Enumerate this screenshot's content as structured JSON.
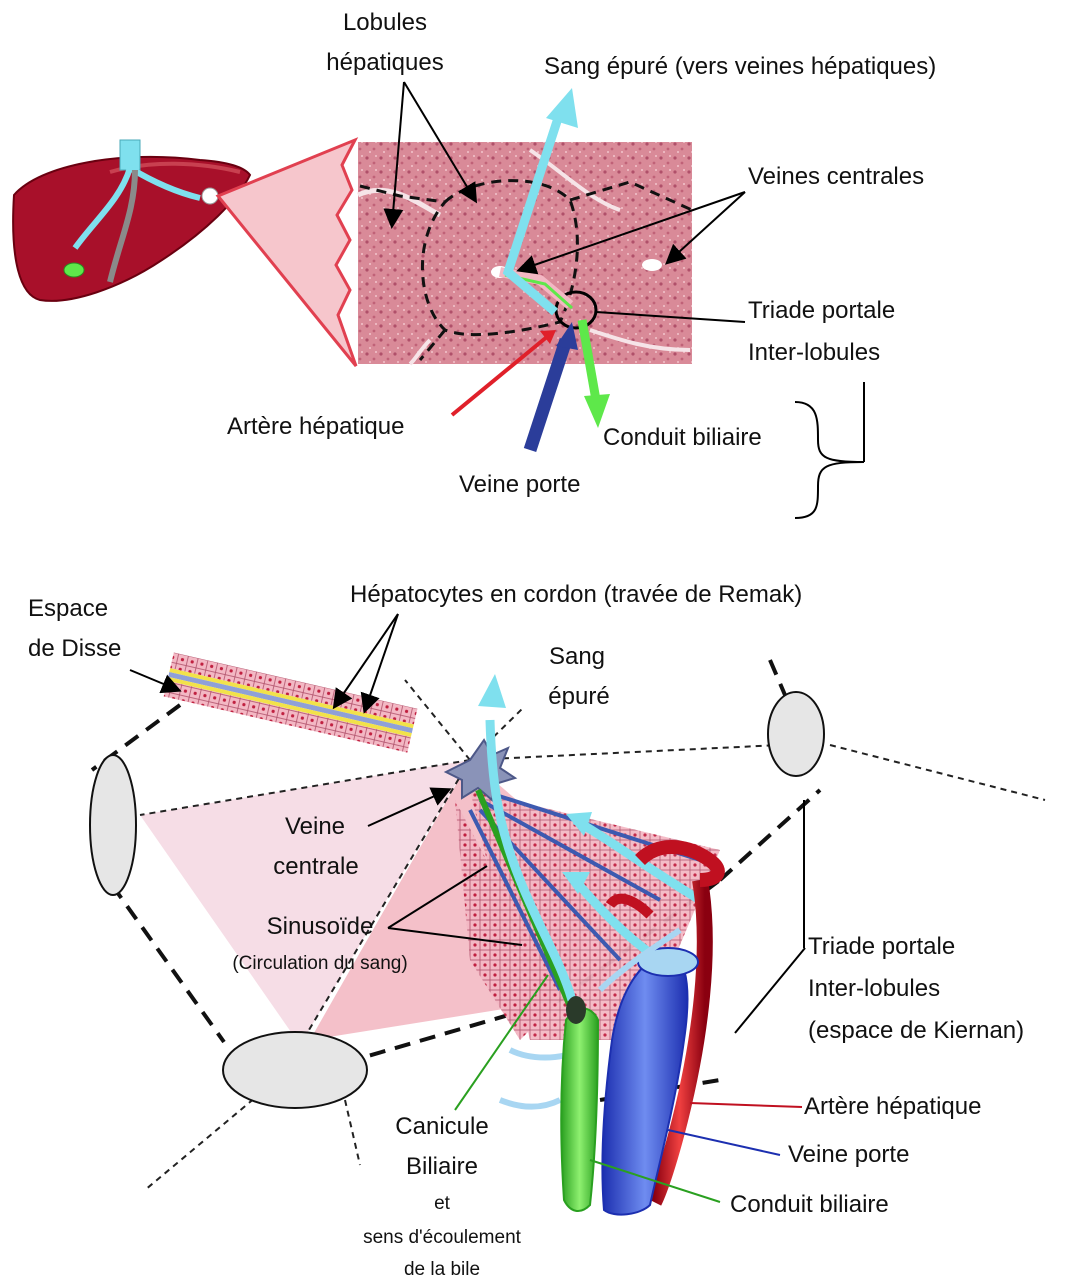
{
  "top": {
    "lobules": "Lobules",
    "hepatiques": "hépatiques",
    "sang_epure_long": "Sang épuré (vers veines hépatiques)",
    "veines_centrales": "Veines centrales",
    "triade_portale": "Triade portale",
    "inter_lobules": "Inter-lobules",
    "artere_hepatique": "Artère hépatique",
    "conduit_biliaire": "Conduit biliaire",
    "veine_porte": "Veine porte"
  },
  "bottom": {
    "hepatocytes": "Hépatocytes en cordon (travée de Remak)",
    "espace": "Espace",
    "de_disse": "de Disse",
    "sang": "Sang",
    "epure": "épuré",
    "veine": "Veine",
    "centrale": "centrale",
    "sinusoide": "Sinusoïde",
    "circulation": "(Circulation du sang)",
    "triade_portale": "Triade portale",
    "inter_lobules": "Inter-lobules",
    "espace_kiernan": "(espace de Kiernan)",
    "artere_hepatique": "Artère hépatique",
    "veine_porte": "Veine porte",
    "conduit_biliaire": "Conduit biliaire",
    "canicule": "Canicule",
    "biliaire": "Biliaire",
    "et": "et",
    "sens": "sens d'écoulement",
    "de_la_bile": "de la bile"
  },
  "colors": {
    "liver": "#a8102a",
    "tissue": "#d98a98",
    "light_blue": "#7fe0ee",
    "artery_red": "#e0202a",
    "portal_blue": "#2b3d9a",
    "bile_green": "#5ee84a",
    "hepatocyte_pink": "#f3b8c4"
  }
}
